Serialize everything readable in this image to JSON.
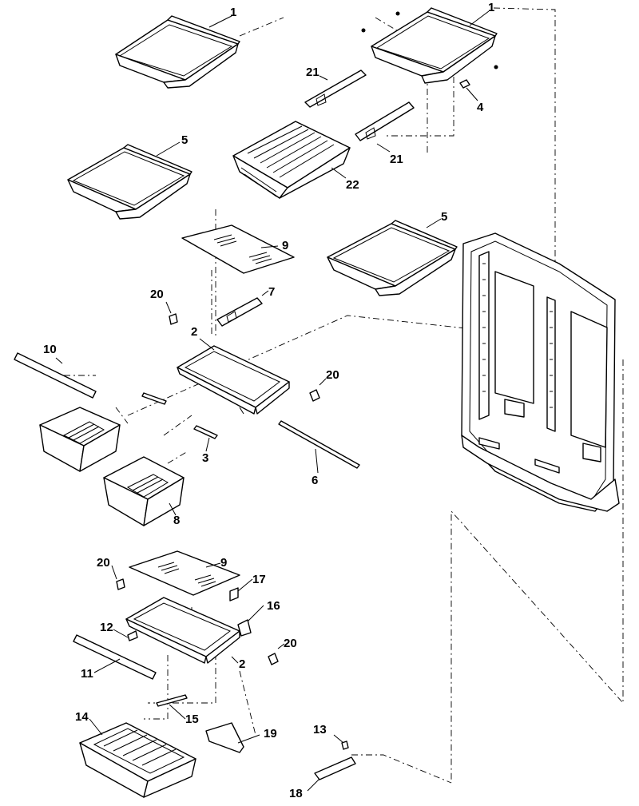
{
  "labels": {
    "shelf_1": "1",
    "shelf_2": "2",
    "clip_3": "3",
    "screw_4": "4",
    "shelf_5": "5",
    "rod_6": "6",
    "bracket_7": "7",
    "crisper_8": "8",
    "glass_9": "9",
    "trim_10": "10",
    "trim_11": "11",
    "clip_12": "12",
    "screw_13": "13",
    "pan_14": "14",
    "slide_15": "15",
    "hinge_16": "16",
    "stop_17": "17",
    "bracket_18": "18",
    "cam_19": "19",
    "screw_20": "20",
    "rail_21": "21",
    "basket_22": "22"
  }
}
